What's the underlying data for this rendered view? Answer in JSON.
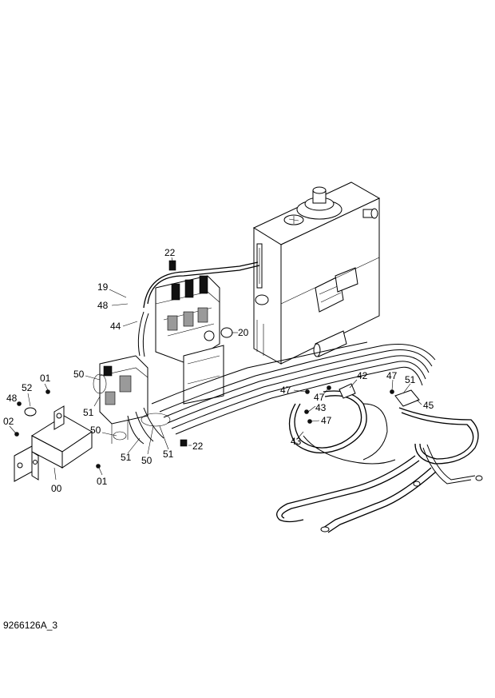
{
  "drawing_reference": "9266126A_3",
  "callouts": {
    "c22_top": "22",
    "c19": "19",
    "c48_valve": "48",
    "c44": "44",
    "c20": "20",
    "c50_upper": "50",
    "c01_upper": "01",
    "c52": "52",
    "c48_bracket": "48",
    "c51_left": "51",
    "c02": "02",
    "c50_lower": "50",
    "c22_bottom": "22",
    "c51_bottom_left": "51",
    "c50_bottom": "50",
    "c51_bottom_right": "51",
    "c01_lower": "01",
    "c00": "00",
    "c42": "42",
    "c47_a": "47",
    "c47_b": "47",
    "c43_a": "43",
    "c47_c": "47",
    "c43_b": "43",
    "c47_right": "47",
    "c51_right": "51",
    "c45": "45"
  }
}
